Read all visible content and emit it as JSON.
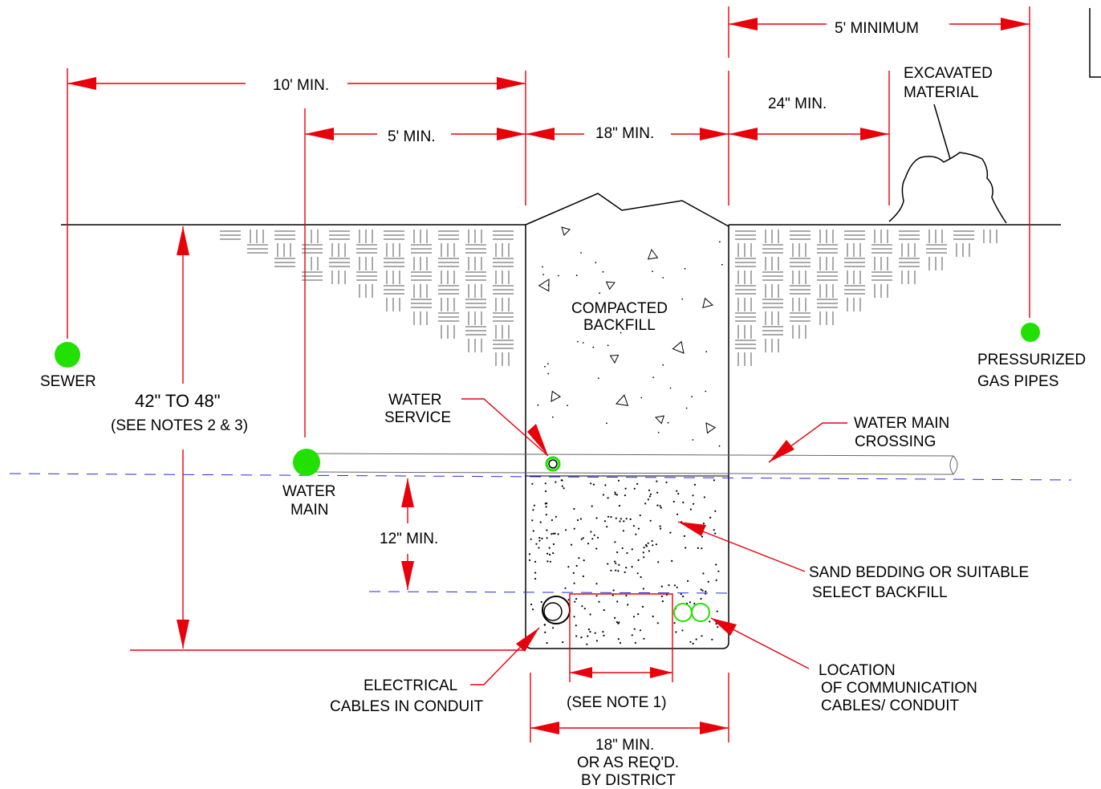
{
  "labels": {
    "five_min_top": "5' MINIMUM",
    "excavated_1": "EXCAVATED",
    "excavated_2": "MATERIAL",
    "ten_min": "10' MIN.",
    "five_min": "5' MIN.",
    "eighteen_min_top": "18\" MIN.",
    "twentyfour_min": "24\" MIN.",
    "compacted_1": "COMPACTED",
    "compacted_2": "BACKFILL",
    "sewer": "SEWER",
    "depth": "42\" TO 48\"",
    "depth_note": "(SEE NOTES 2 & 3)",
    "water_service_1": "WATER",
    "water_service_2": "SERVICE",
    "water_main_crossing_1": "WATER MAIN",
    "water_main_crossing_2": "CROSSING",
    "pressurized_1": "PRESSURIZED",
    "pressurized_2": "GAS PIPES",
    "water_main_1": "WATER",
    "water_main_2": "MAIN",
    "twelve_min": "12\" MIN.",
    "sand_1": "SAND BEDDING OR SUITABLE",
    "sand_2": "SELECT BACKFILL",
    "location_1": "LOCATION",
    "location_2": "OF COMMUNICATION",
    "location_3": "CABLES/ CONDUIT",
    "electrical_1": "ELECTRICAL",
    "electrical_2": "CABLES IN CONDUIT",
    "see_note_1": "(SEE NOTE 1)",
    "bottom_1": "18\" MIN.",
    "bottom_2": "OR AS REQ'D.",
    "bottom_3": "BY DISTRICT"
  },
  "colors": {
    "dimension": "#e8000b",
    "utility_marker": "#22e000",
    "water_line": "#2a2ad6",
    "line": "#000000"
  }
}
